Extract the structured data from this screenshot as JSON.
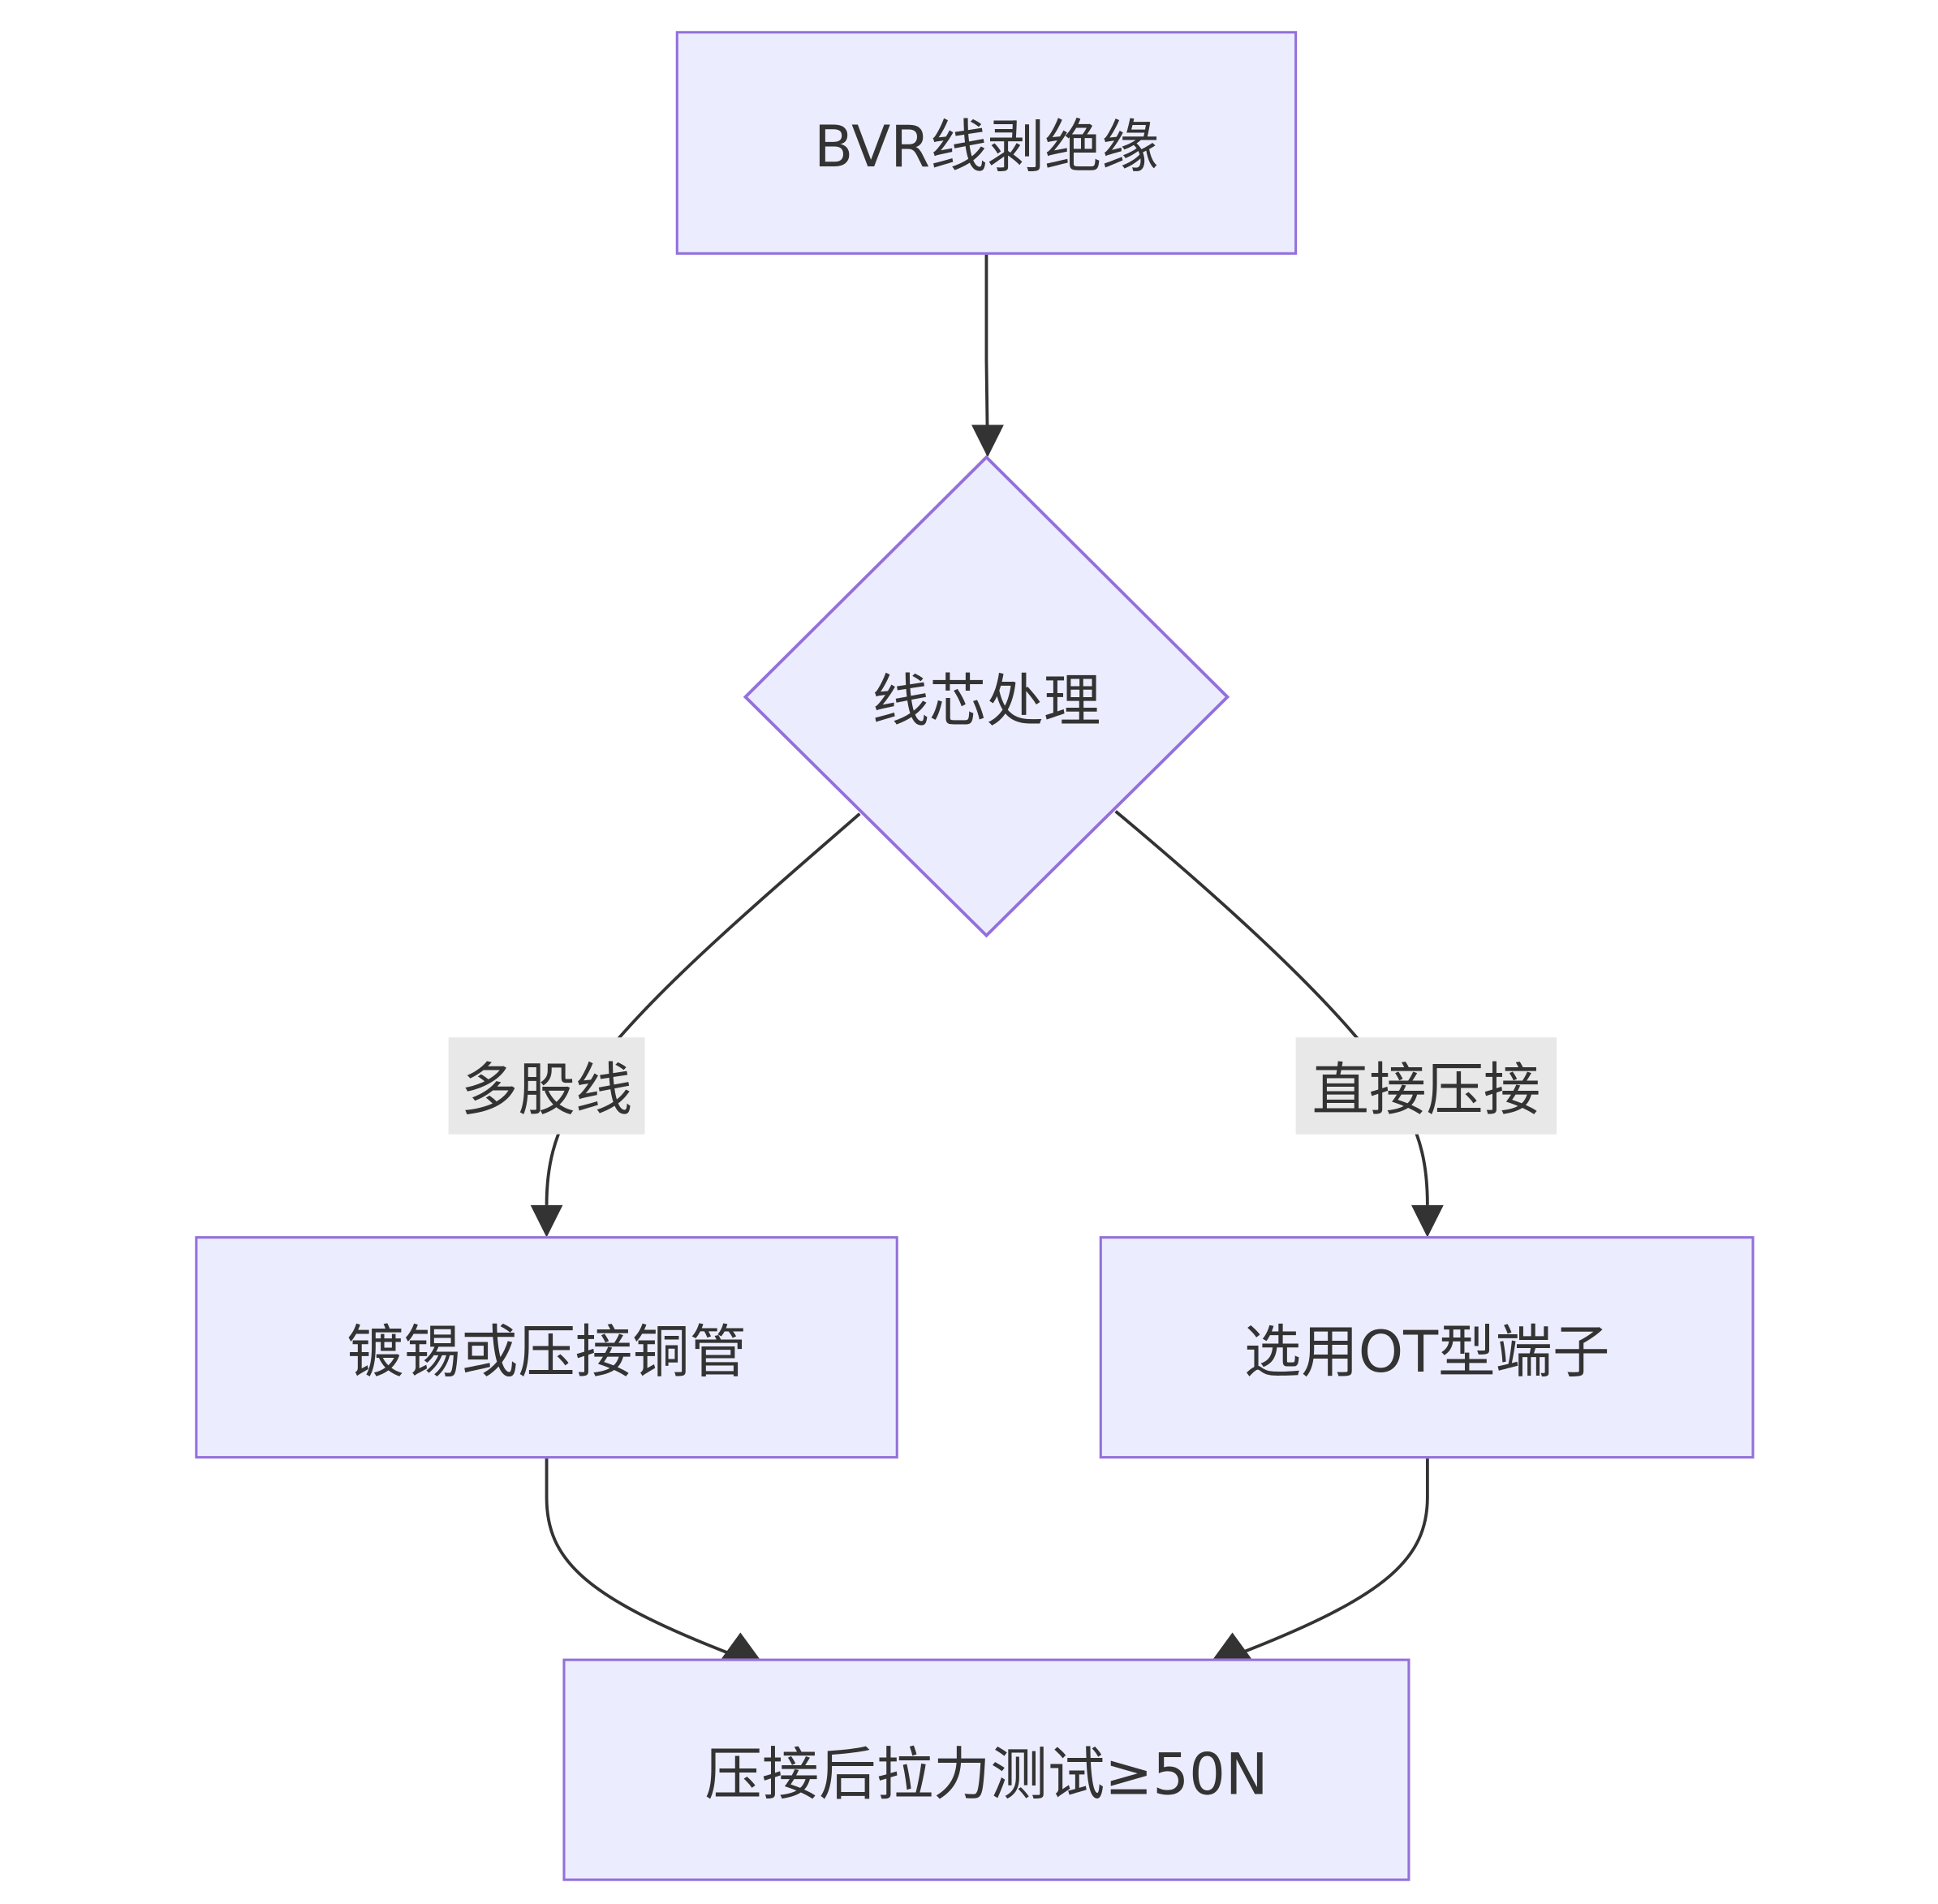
{
  "diagram": {
    "nodes": {
      "strip": {
        "label": "BVR线剥绝缘"
      },
      "core": {
        "label": "线芯处理"
      },
      "tin": {
        "label": "镀锡或压接铜管"
      },
      "ot": {
        "label": "选用OT型端子"
      },
      "test": {
        "label": "压接后拉力测试≥50N"
      }
    },
    "edge_labels": {
      "multi": "多股线",
      "direct": "直接压接"
    },
    "colors": {
      "node_fill": "#ECECFF",
      "node_border": "#9370DB",
      "edge": "#333333",
      "edge_label_bg": "#E8E8E8",
      "text": "#333333"
    }
  }
}
